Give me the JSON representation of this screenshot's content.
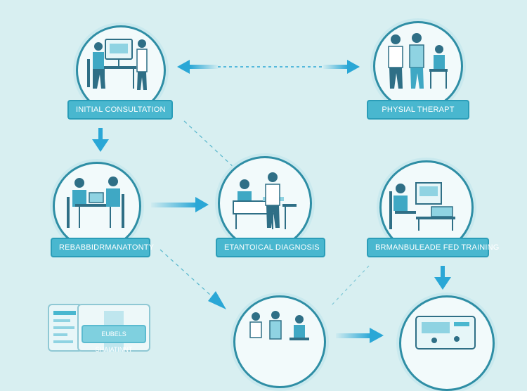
{
  "nodes": {
    "initial_consultation": {
      "label": "INITIAL CONSULTATION",
      "icon": "doctor-consultation-icon"
    },
    "physical_therapy": {
      "label": "PHYSIAL THERAPT",
      "icon": "therapy-session-icon"
    },
    "rehab_assessment": {
      "label": "REBABBIDRMANATONTY",
      "icon": "patient-desk-icon"
    },
    "diagnosis": {
      "label": "ETANTOICAL DIAGNOSIS",
      "icon": "diagnosis-desk-icon"
    },
    "training": {
      "label": "BRMANBULEADE FED TRAINING",
      "icon": "computer-training-icon"
    },
    "summary_panel": {
      "label": "EUBELS SHAIATINNT",
      "icon": "document-panel-icon"
    },
    "group_session": {
      "icon": "group-session-icon"
    },
    "monitoring": {
      "icon": "monitor-screen-icon"
    }
  },
  "colors": {
    "background": "#d8eff1",
    "accent": "#49b7cf",
    "arrow": "#2aa7d6",
    "line": "#2f8ea5"
  }
}
